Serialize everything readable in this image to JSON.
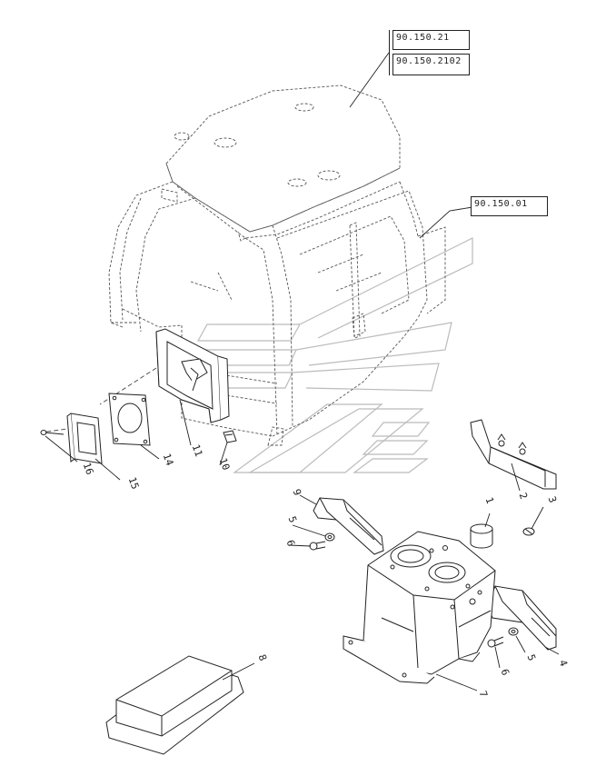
{
  "references": [
    {
      "id": "ref-1",
      "label": "90.150.21"
    },
    {
      "id": "ref-2",
      "label": "90.150.2102"
    },
    {
      "id": "ref-3",
      "label": "90.150.01"
    }
  ],
  "callouts": [
    {
      "id": "c1",
      "label": "1"
    },
    {
      "id": "c2",
      "label": "2"
    },
    {
      "id": "c3",
      "label": "3"
    },
    {
      "id": "c4",
      "label": "4"
    },
    {
      "id": "c5a",
      "label": "5"
    },
    {
      "id": "c5b",
      "label": "5"
    },
    {
      "id": "c6a",
      "label": "6"
    },
    {
      "id": "c6b",
      "label": "6"
    },
    {
      "id": "c7",
      "label": "7"
    },
    {
      "id": "c8",
      "label": "8"
    },
    {
      "id": "c9",
      "label": "9"
    },
    {
      "id": "c10",
      "label": "10"
    },
    {
      "id": "c11",
      "label": "11"
    },
    {
      "id": "c14",
      "label": "14"
    },
    {
      "id": "c15",
      "label": "15"
    },
    {
      "id": "c16",
      "label": "16"
    }
  ],
  "colors": {
    "line": "#222222",
    "dashed": "#444444",
    "watermark": "#bbbbbb"
  }
}
